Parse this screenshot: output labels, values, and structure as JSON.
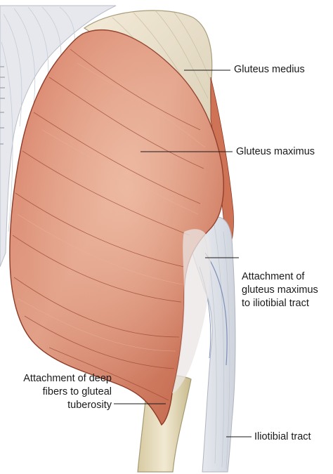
{
  "labels": {
    "gluteus_medius": "Gluteus medius",
    "gluteus_maximus": "Gluteus maximus",
    "attachment_itt": [
      "Attachment of",
      "gluteus maximus",
      "to iliotibial tract"
    ],
    "attachment_deep": [
      "Attachment of deep",
      "fibers to gluteal",
      "tuberosity"
    ],
    "iliotibial_tract": "Iliotibial tract"
  },
  "colors": {
    "muscle": "#c96a4e",
    "muscle_light": "#e3a487",
    "muscle_dark": "#8e3a26",
    "fascia": "#e8eaee",
    "fascia_line": "#b7bcc6",
    "bone": "#e6dcc0",
    "bone_edge": "#a59a72",
    "tendon_blue": "#7c8fb8"
  }
}
